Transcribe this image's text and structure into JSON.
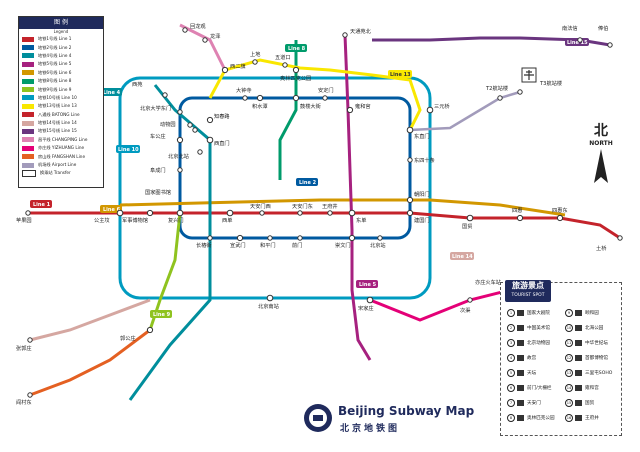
{
  "legend": {
    "title": "图 例",
    "subtitle": "Legend",
    "items": [
      {
        "label": "地铁1号线 Line 1",
        "color": "#c4232b"
      },
      {
        "label": "地铁2号线 Line 2",
        "color": "#005aa0"
      },
      {
        "label": "地铁4号线 Line 4",
        "color": "#008e9c"
      },
      {
        "label": "地铁5号线 Line 5",
        "color": "#a6217f"
      },
      {
        "label": "地铁6号线 Line 6",
        "color": "#d29700"
      },
      {
        "label": "地铁8号线 Line 8",
        "color": "#009b6b"
      },
      {
        "label": "地铁9号线 Line 9",
        "color": "#8fc31f"
      },
      {
        "label": "地铁10号线 Line 10",
        "color": "#009bc0"
      },
      {
        "label": "地铁13号线 Line 13",
        "color": "#f9e700"
      },
      {
        "label": "八通线 BATONG Line",
        "color": "#c4232b"
      },
      {
        "label": "地铁14号线 Line 14",
        "color": "#d5a7a1"
      },
      {
        "label": "地铁15号线 Line 15",
        "color": "#6a357f"
      },
      {
        "label": "昌平线 CHANGPING Line",
        "color": "#de82b2"
      },
      {
        "label": "亦庄线 YIZHUANG Line",
        "color": "#e40077"
      },
      {
        "label": "房山线 FANGSHAN Line",
        "color": "#e46022"
      },
      {
        "label": "机场线 Airport Line",
        "color": "#a29bbb"
      },
      {
        "label": "换乘站 Transfer",
        "color": "#ffffff"
      }
    ]
  },
  "north": {
    "cn": "北",
    "en": "NORTH"
  },
  "line_tags": [
    {
      "text": "Line 1",
      "color": "#c4232b"
    },
    {
      "text": "Line 2",
      "color": "#005aa0"
    },
    {
      "text": "Line 4",
      "color": "#008e9c"
    },
    {
      "text": "Line 5",
      "color": "#a6217f"
    },
    {
      "text": "Line 6",
      "color": "#d29700"
    },
    {
      "text": "Line 8",
      "color": "#009b6b"
    },
    {
      "text": "Line 9",
      "color": "#8fc31f"
    },
    {
      "text": "Line 10",
      "color": "#009bc0"
    },
    {
      "text": "Line 13",
      "color": "#f9e700"
    },
    {
      "text": "Line 14",
      "color": "#d5a7a1"
    },
    {
      "text": "Line 15",
      "color": "#6a357f"
    }
  ],
  "stations": [
    {
      "name": "回龙观"
    },
    {
      "name": "龙泽"
    },
    {
      "name": "西二旗"
    },
    {
      "name": "上地"
    },
    {
      "name": "五道口"
    },
    {
      "name": "知春路"
    },
    {
      "name": "大钟寺"
    },
    {
      "name": "西直门"
    },
    {
      "name": "北京北站"
    },
    {
      "name": "积水潭"
    },
    {
      "name": "鼓楼大街"
    },
    {
      "name": "安定门"
    },
    {
      "name": "雍和宫"
    },
    {
      "name": "东直门"
    },
    {
      "name": "东四十条"
    },
    {
      "name": "朝阳门"
    },
    {
      "name": "建国门"
    },
    {
      "name": "北京站"
    },
    {
      "name": "崇文门"
    },
    {
      "name": "前门"
    },
    {
      "name": "和平门"
    },
    {
      "name": "宣武门"
    },
    {
      "name": "长椿街"
    },
    {
      "name": "复兴门"
    },
    {
      "name": "阜成门"
    },
    {
      "name": "车公庄"
    },
    {
      "name": "天安门西"
    },
    {
      "name": "天安门东"
    },
    {
      "name": "王府井"
    },
    {
      "name": "东单"
    },
    {
      "name": "西单"
    },
    {
      "name": "军事博物馆"
    },
    {
      "name": "公主坟"
    },
    {
      "name": "苹果园"
    },
    {
      "name": "国贸"
    },
    {
      "name": "四惠"
    },
    {
      "name": "四惠东"
    },
    {
      "name": "北京南站"
    },
    {
      "name": "宋家庄"
    },
    {
      "name": "天通苑北"
    },
    {
      "name": "奥林匹克公园"
    },
    {
      "name": "三元桥"
    },
    {
      "name": "T2航站楼"
    },
    {
      "name": "T3航站楼"
    },
    {
      "name": "西苑"
    },
    {
      "name": "北京大学东门"
    },
    {
      "name": "动物园"
    },
    {
      "name": "国家图书馆"
    },
    {
      "name": "郭公庄"
    },
    {
      "name": "张郭庄"
    },
    {
      "name": "阎村东"
    },
    {
      "name": "次渠"
    },
    {
      "name": "亦庄火车站"
    },
    {
      "name": "土桥"
    },
    {
      "name": "俸伯"
    },
    {
      "name": "南法信"
    }
  ],
  "tourist": {
    "title_cn": "旅游景点",
    "title_en": "TOURIST SPOT",
    "spots": [
      {
        "num": "1",
        "label": "国家大剧院"
      },
      {
        "num": "2",
        "label": "中国美术馆"
      },
      {
        "num": "3",
        "label": "北京动物园"
      },
      {
        "num": "4",
        "label": "故宫"
      },
      {
        "num": "5",
        "label": "天坛"
      },
      {
        "num": "6",
        "label": "前门/大栅栏"
      },
      {
        "num": "7",
        "label": "天安门"
      },
      {
        "num": "8",
        "label": "奥林匹克公园"
      },
      {
        "num": "9",
        "label": "颐和园"
      },
      {
        "num": "10",
        "label": "北海公园"
      },
      {
        "num": "11",
        "label": "中华世纪坛"
      },
      {
        "num": "12",
        "label": "首都博物馆"
      },
      {
        "num": "13",
        "label": "三里屯SOHO"
      },
      {
        "num": "14",
        "label": "雍和宫"
      },
      {
        "num": "15",
        "label": "国贸"
      },
      {
        "num": "16",
        "label": "王府井"
      }
    ]
  },
  "title": {
    "en": "Beijing Subway Map",
    "cn": "北京地铁图"
  },
  "colors": {
    "brand": "#1f2a5c"
  }
}
